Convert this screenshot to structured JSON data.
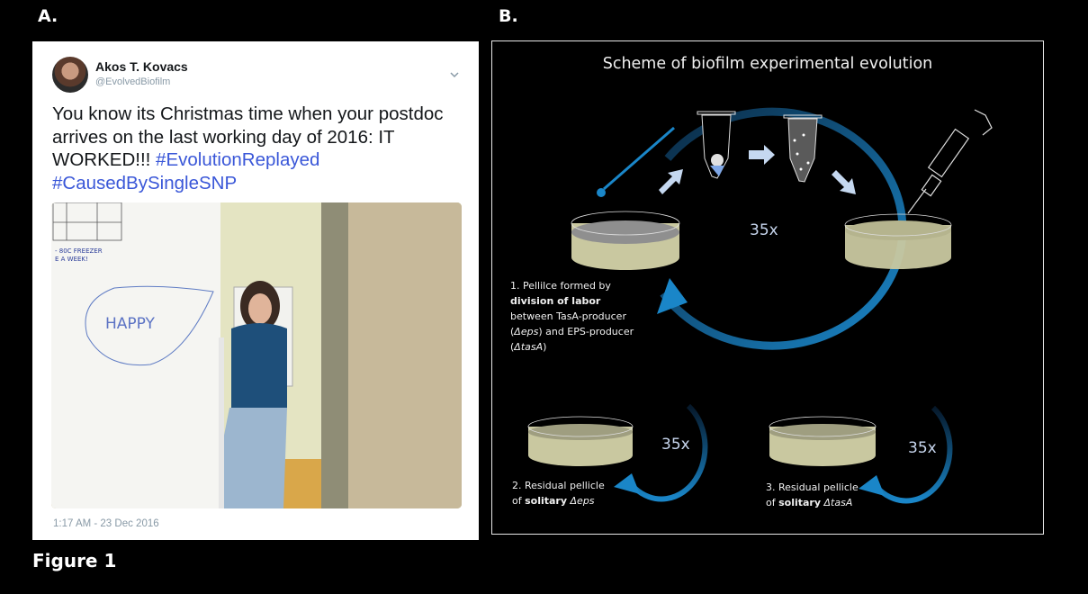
{
  "figure": {
    "panel_a_label": "A.",
    "panel_b_label": "B.",
    "caption": "Figure 1"
  },
  "tweet": {
    "author_name": "Akos T. Kovacs",
    "handle": "@EvolvedBiofilm",
    "text_plain": "You know its Christmas time when your postdoc arrives on the last working day of 2016: IT WORKED!!! ",
    "hashtags": [
      "#EvolutionReplayed",
      "#CausedBySingleSNP"
    ],
    "photo_whiteboard_text": [
      "HAPPY",
      "- 80C FREEZER",
      "E A WEEK!"
    ],
    "timestamp": "1:17 AM - 23 Dec 2016",
    "icons": {
      "avatar": "user-avatar",
      "menu": "chevron-down-icon"
    }
  },
  "scheme": {
    "title": "Scheme of biofilm experimental evolution",
    "step1": {
      "line1": "1. Pellilce formed by",
      "line2_bold": "division of labor",
      "line3": "between TasA-producer",
      "line4_pre": "(",
      "line4_delta": "Δeps",
      "line4_post": ") and EPS-producer",
      "line5_pre": "(",
      "line5_delta": "ΔtasA",
      "line5_post": ")"
    },
    "step2": {
      "line1": "2. Residual pellicle",
      "line2_pre": "of ",
      "line2_bold": "solitary",
      "line2_delta": " Δeps"
    },
    "step3": {
      "line1": "3. Residual pellicle",
      "line2_pre": "of ",
      "line2_bold": "solitary",
      "line2_delta": " ΔtasA"
    },
    "cycles_main": "35x",
    "cycles_step2": "35x",
    "cycles_step3": "35x",
    "colors": {
      "arrow_blue": "#1a86c8",
      "dish_medium": "#c9c8a0",
      "accent_arrow": "#c5d8f0"
    }
  }
}
